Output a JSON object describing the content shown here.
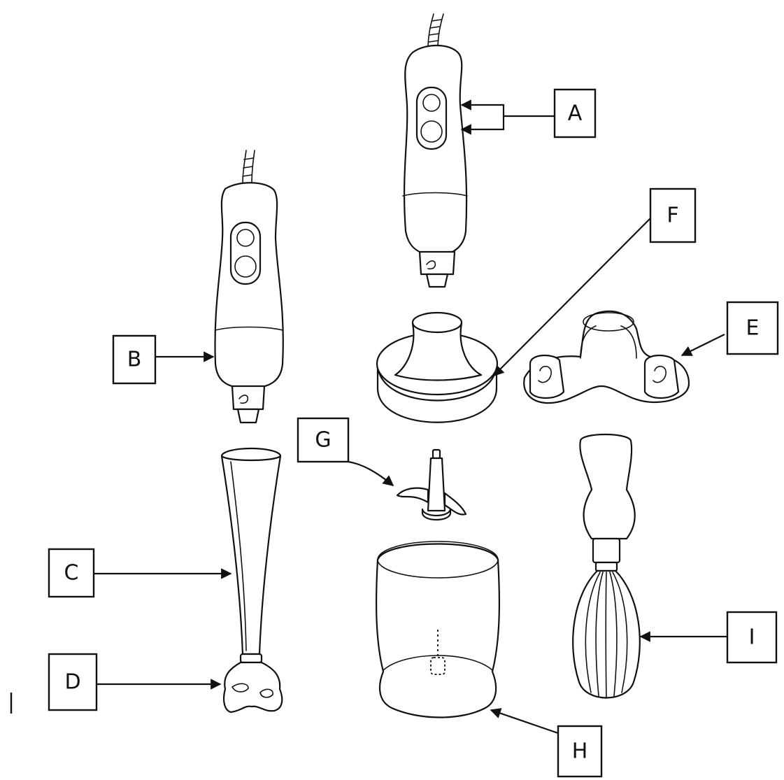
{
  "labels": {
    "a": "A",
    "b": "B",
    "c": "C",
    "d": "D",
    "e": "E",
    "f": "F",
    "g": "G",
    "h": "H",
    "i": "I"
  },
  "colors": {
    "ink": "#111111",
    "paper": "#ffffff"
  }
}
